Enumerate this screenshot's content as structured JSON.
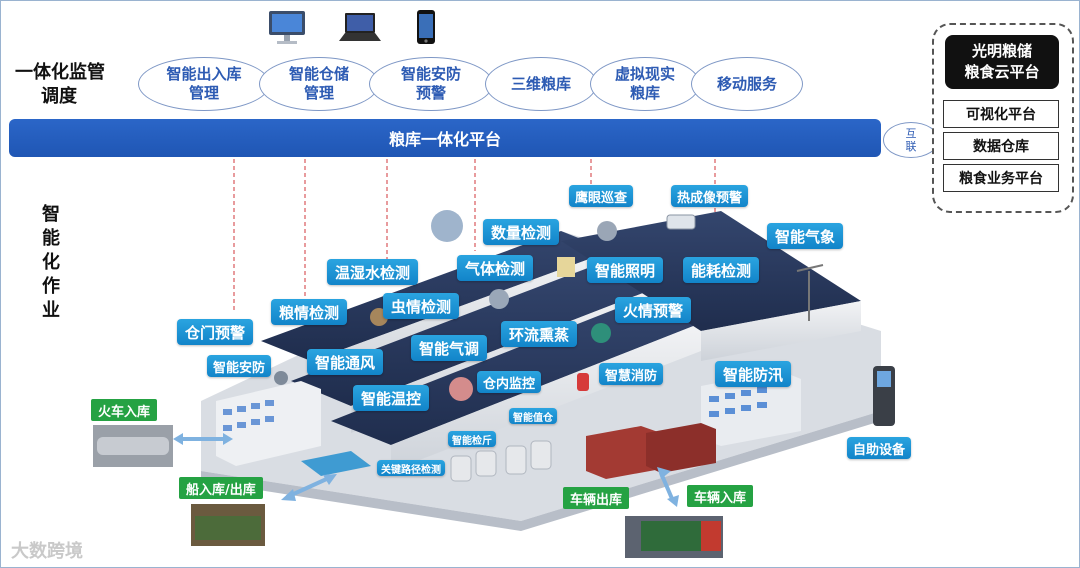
{
  "header": {
    "left_title_line1": "一体化监管",
    "left_title_line2": "调度"
  },
  "modules": [
    {
      "line1": "智能出入库",
      "line2": "管理"
    },
    {
      "line1": "智能仓储",
      "line2": "管理"
    },
    {
      "line1": "智能安防",
      "line2": "预警"
    },
    {
      "line1": "三维粮库",
      "line2": ""
    },
    {
      "line1": "虚拟现实",
      "line2": "粮库"
    },
    {
      "line1": "移动服务",
      "line2": ""
    }
  ],
  "platform_bar": "粮库一体化平台",
  "interconnect": {
    "line1": "互",
    "line2": "联"
  },
  "cloud": {
    "title_line1": "光明粮储",
    "title_line2": "粮食云平台",
    "items": [
      "可视化平台",
      "数据仓库",
      "粮食业务平台"
    ]
  },
  "ops_title": [
    "智",
    "能",
    "化",
    "作",
    "业"
  ],
  "tags": {
    "yingyan": "鹰眼巡查",
    "rechengxiang": "热成像预警",
    "shuliang": "数量检测",
    "qixiang": "智能气象",
    "wenshi": "温湿水检测",
    "qiti": "气体检测",
    "zhaoming": "智能照明",
    "nenghao": "能耗检测",
    "liangqing": "粮情检测",
    "chongqing": "虫情检测",
    "huoqing": "火情预警",
    "cangmen": "仓门预警",
    "huanliu": "环流熏蒸",
    "anfang": "智能安防",
    "tongfeng": "智能通风",
    "qitiao": "智能气调",
    "xiaofang": "智慧消防",
    "fangxun": "智能防汛",
    "cangnei": "仓内监控",
    "wenkong": "智能温控",
    "zhinengzhicang": "智能值仓",
    "jianyan": "智能检斤",
    "guanjian": "关键路径检测"
  },
  "green_labels": {
    "train": "火车入库",
    "ship": "船入库/出库",
    "vehicle_out": "车辆出库",
    "vehicle_in": "车辆入库"
  },
  "self_service": "自助设备",
  "watermark": "大数跨境",
  "colors": {
    "platform_blue": "#2060bd",
    "tag_blue": "#1a93d4",
    "label_green": "#25a243",
    "module_text": "#2d5bb3"
  }
}
